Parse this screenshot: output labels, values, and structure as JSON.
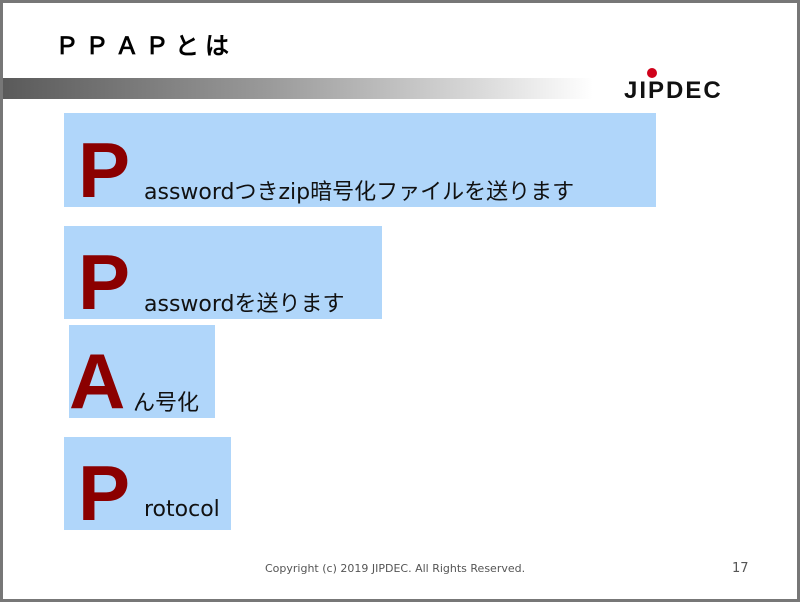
{
  "slide": {
    "title": "ＰＰＡＰとは",
    "logo_text": "JIPDEC",
    "accent_color": "#8b0000",
    "box_color": "#b0d6fa",
    "items": [
      {
        "letter": "P",
        "rest": "asswordつきzip暗号化ファイルを送ります"
      },
      {
        "letter": "P",
        "rest": "asswordを送ります"
      },
      {
        "letter": "A",
        "rest": "ん号化"
      },
      {
        "letter": "P",
        "rest": "rotocol"
      }
    ],
    "footer": "Copyright (c) 2019 JIPDEC.  All Rights Reserved.",
    "page_number": "17"
  }
}
